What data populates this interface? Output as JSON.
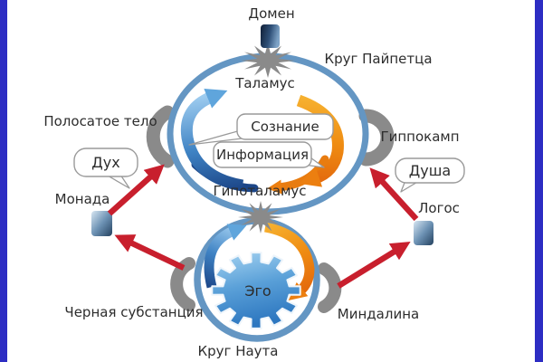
{
  "diagram": {
    "title_top": "Круг Пайпетца",
    "title_bottom": "Круг Наута",
    "nodes": {
      "domen": "Домен",
      "talamus": "Таламус",
      "polosatoe_telo": "Полосатое тело",
      "gippokamp": "Гиппокамп",
      "gipotalamus": "Гипоталамус",
      "monada": "Монада",
      "logos": "Логос",
      "chernaya_substantsiya": "Черная субстанция",
      "mindalina": "Миндалина",
      "ego": "Эго"
    },
    "callouts": {
      "soznanie": "Сознание",
      "informatsiya": "Информация",
      "dukh": "Дух",
      "dusha": "Душа"
    },
    "colors": {
      "frame_border": "#2d2dc3",
      "circle_stroke": "#6496c3",
      "red_arrow": "#c81f2d",
      "blue_arrow_light": "#9fcdf0",
      "blue_arrow_dark": "#1c4688",
      "orange_arrow_light": "#f6b02f",
      "orange_arrow_dark": "#e2660c",
      "gray_element": "#8a8a8a",
      "gear_blue": "#4f94d0",
      "text": "#2d2d2d"
    }
  }
}
